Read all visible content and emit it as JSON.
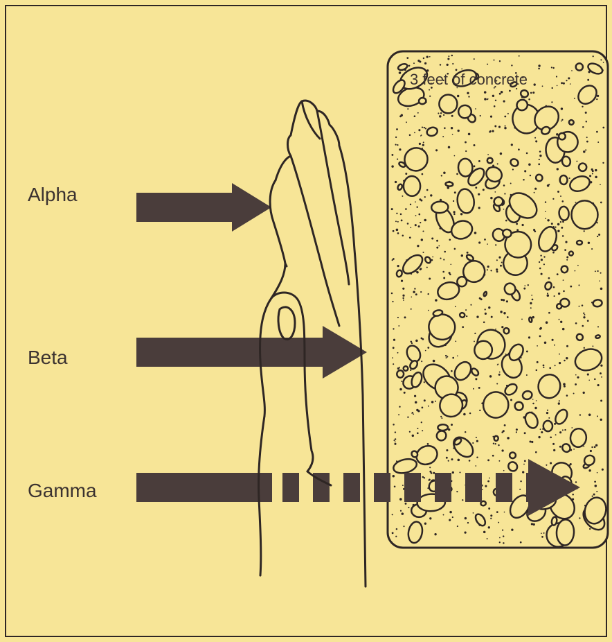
{
  "labels": {
    "alpha": "Alpha",
    "beta": "Beta",
    "gamma": "Gamma",
    "concrete": "3 feet of concrete"
  },
  "colors": {
    "background": "#f7e597",
    "arrow": "#4a3d3b",
    "ink": "#2e2624"
  }
}
